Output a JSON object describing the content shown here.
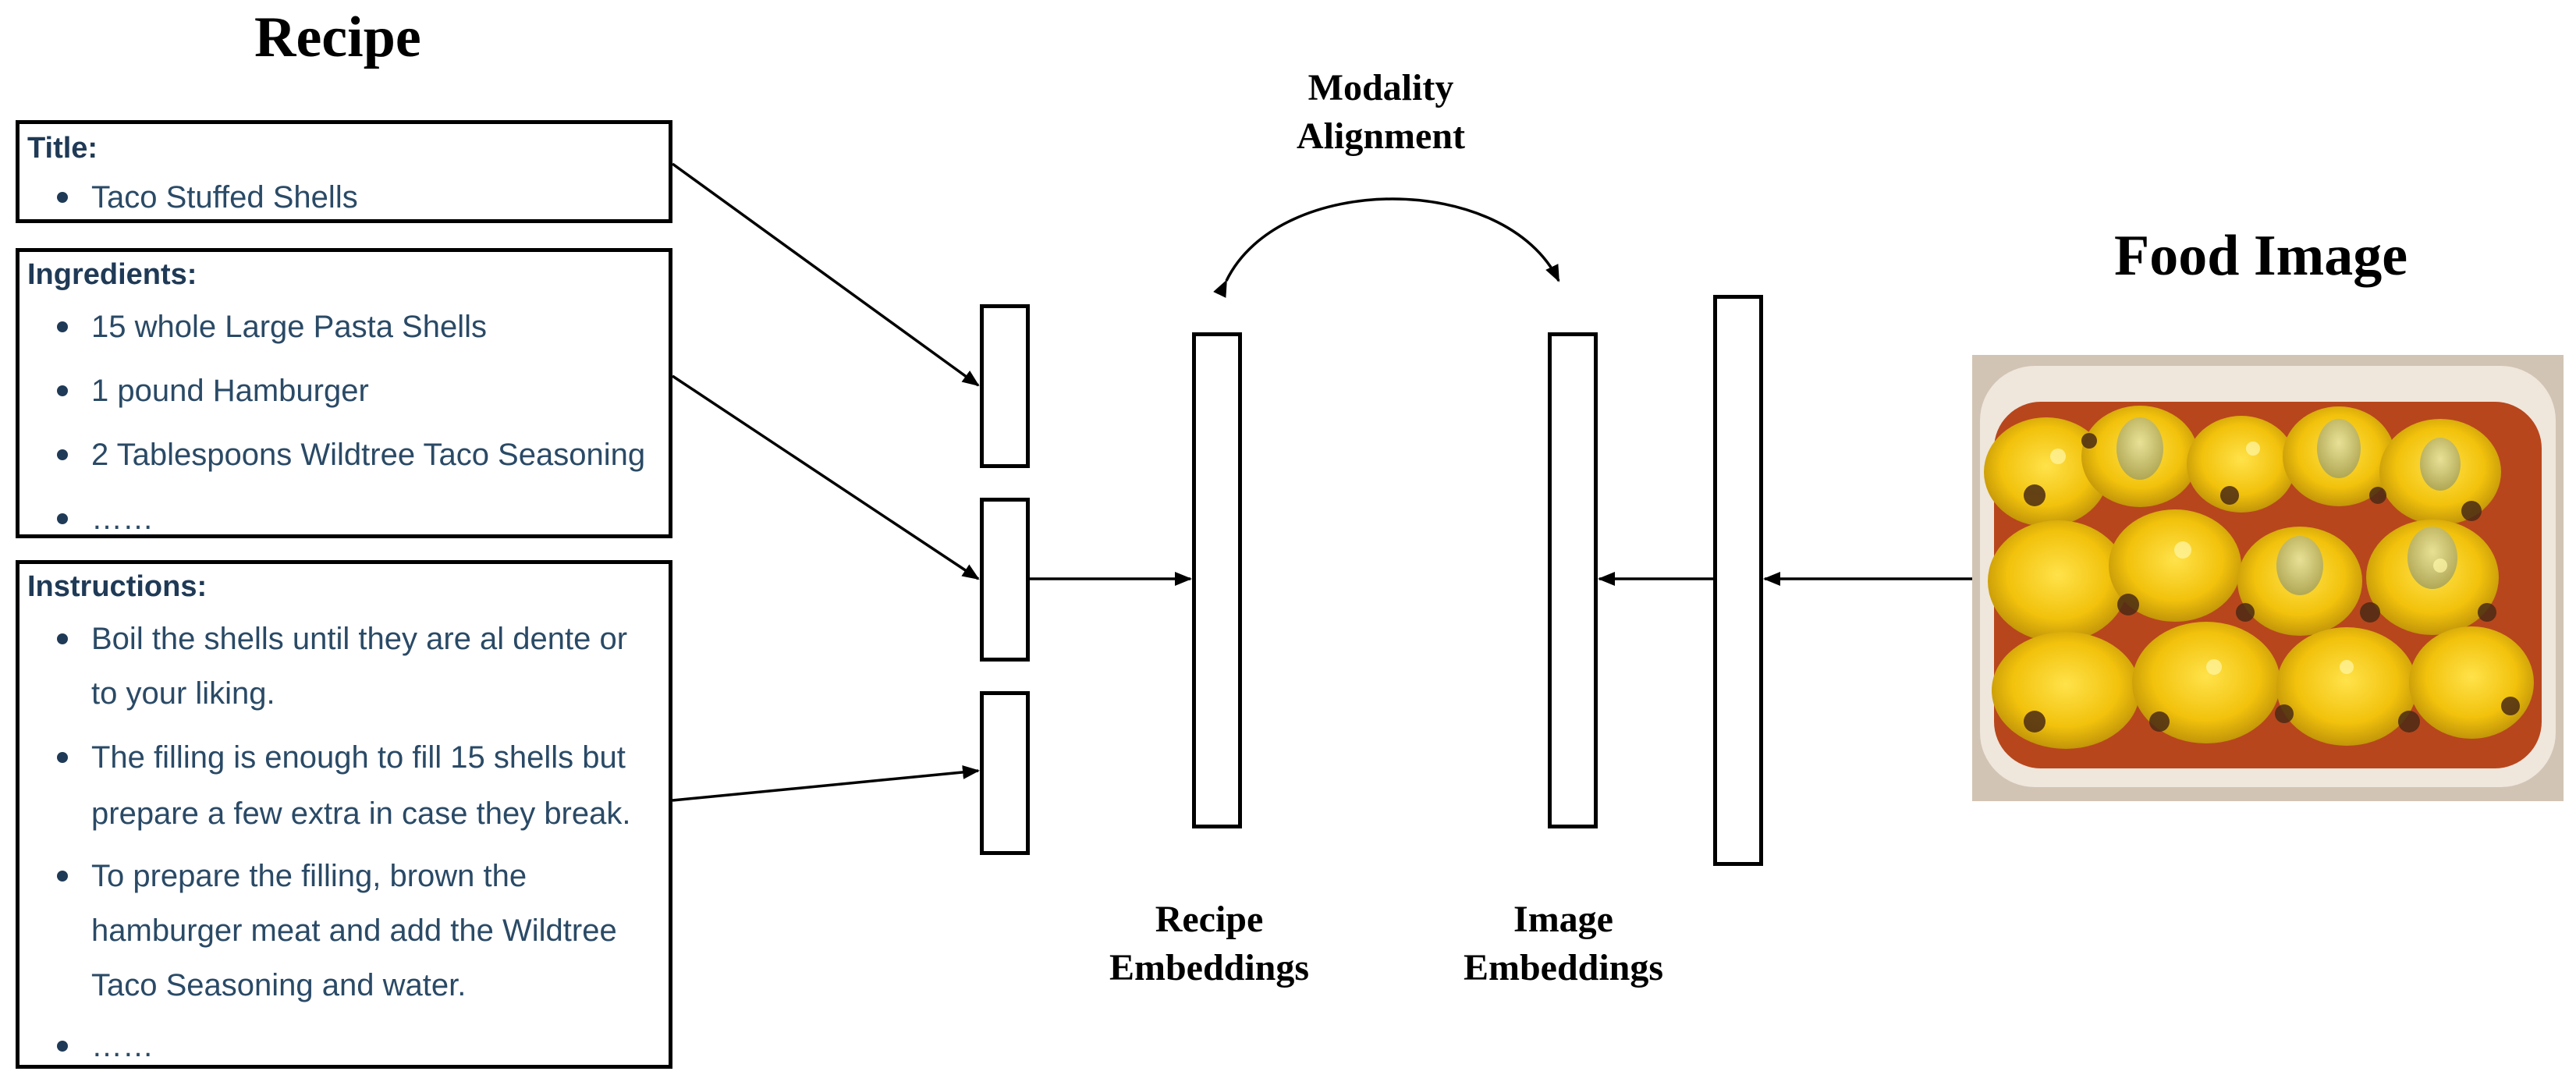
{
  "recipe_label": "Recipe",
  "food_image_label": "Food Image",
  "modality_alignment": [
    "Modality",
    "Alignment"
  ],
  "recipe_embeddings": [
    "Recipe",
    "Embeddings"
  ],
  "image_embeddings": [
    "Image",
    "Embeddings"
  ],
  "title_box": {
    "heading": "Title:",
    "items": [
      "Taco Stuffed Shells"
    ]
  },
  "ingredients_box": {
    "heading": "Ingredients:",
    "items": [
      "15 whole Large Pasta Shells",
      "1 pound Hamburger",
      "2 Tablespoons Wildtree Taco Seasoning",
      "……"
    ]
  },
  "instructions_box": {
    "heading": "Instructions:",
    "items": [
      [
        "Boil the shells until they are al dente or",
        "to your liking."
      ],
      [
        "The filling is enough to fill 15 shells but",
        "prepare a few extra in case they break."
      ],
      [
        "To prepare the filling, brown the",
        "hamburger meat and add the Wildtree",
        "Taco Seasoning and water."
      ],
      [
        "……"
      ]
    ]
  }
}
